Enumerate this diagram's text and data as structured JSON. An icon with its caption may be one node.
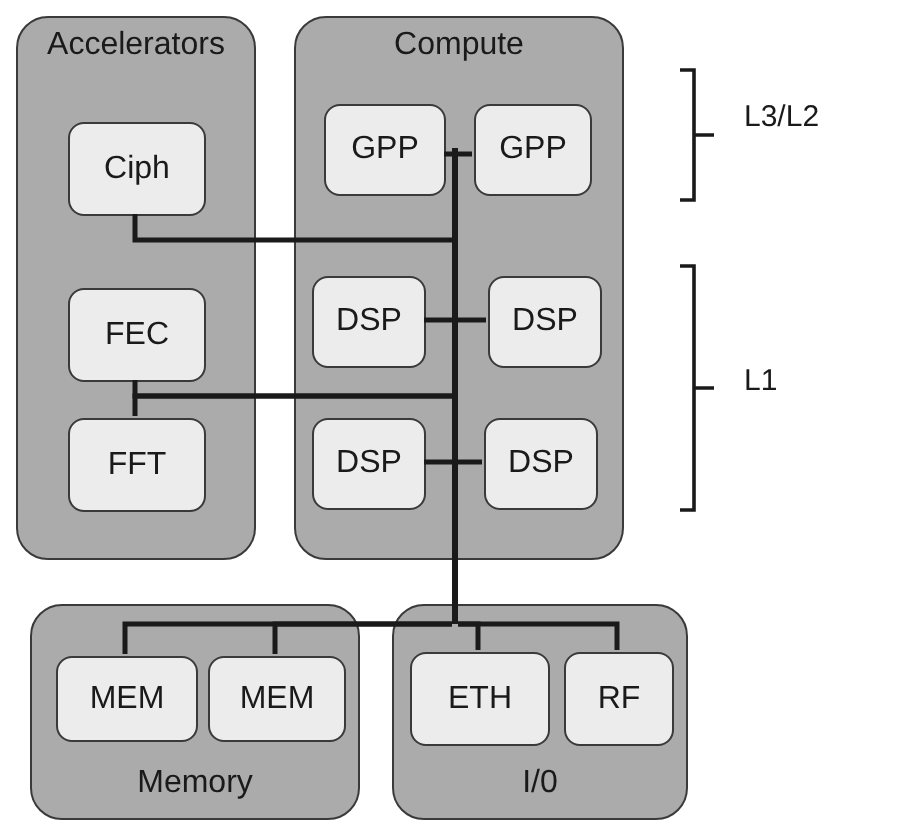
{
  "diagram": {
    "nodes": [
      {
        "text": [
          "Accelerators"
        ]
      },
      {
        "text": [
          "Ciph"
        ],
        "in": 0
      },
      {
        "text": [
          "FEC"
        ],
        "in": 0
      },
      {
        "text": [
          "FFT"
        ],
        "in": 0
      },
      {
        "text": [
          "Compute"
        ]
      },
      {
        "text": [
          "GPP"
        ],
        "in": 4
      },
      {
        "text": [
          "GPP"
        ],
        "in": 4
      },
      {
        "text": [
          "DSP"
        ],
        "in": 4
      },
      {
        "text": [
          "DSP"
        ],
        "in": 4
      },
      {
        "text": [
          "DSP"
        ],
        "in": 4
      },
      {
        "text": [
          "DSP"
        ],
        "in": 4
      },
      {
        "text": [
          "Memory"
        ]
      },
      {
        "text": [
          "MEM"
        ],
        "in": 11
      },
      {
        "text": [
          "MEM"
        ],
        "in": 11
      },
      {
        "text": [
          "I/0"
        ]
      },
      {
        "text": [
          "ETH"
        ],
        "in": 14
      },
      {
        "text": [
          "RF"
        ],
        "in": 14
      },
      {
        "text": [],
        "shape": "bar"
      }
    ],
    "edges": [
      {
        "from": 1,
        "to": 17,
        "arrow": "none"
      },
      {
        "from": 2,
        "to": 17,
        "arrow": "none"
      },
      {
        "from": 3,
        "to": 17,
        "arrow": "none"
      },
      {
        "from": 5,
        "to": 17,
        "arrow": "none"
      },
      {
        "from": 6,
        "to": 17,
        "arrow": "none"
      },
      {
        "from": 7,
        "to": 17,
        "arrow": "none"
      },
      {
        "from": 8,
        "to": 17,
        "arrow": "none"
      },
      {
        "from": 9,
        "to": 17,
        "arrow": "none"
      },
      {
        "from": 10,
        "to": 17,
        "arrow": "none"
      },
      {
        "from": 12,
        "to": 17,
        "arrow": "none"
      },
      {
        "from": 13,
        "to": 17,
        "arrow": "none"
      },
      {
        "from": 15,
        "to": 17,
        "arrow": "none"
      },
      {
        "from": 16,
        "to": 17,
        "arrow": "none"
      }
    ],
    "labels": [
      "L3/L2",
      "L1"
    ]
  }
}
